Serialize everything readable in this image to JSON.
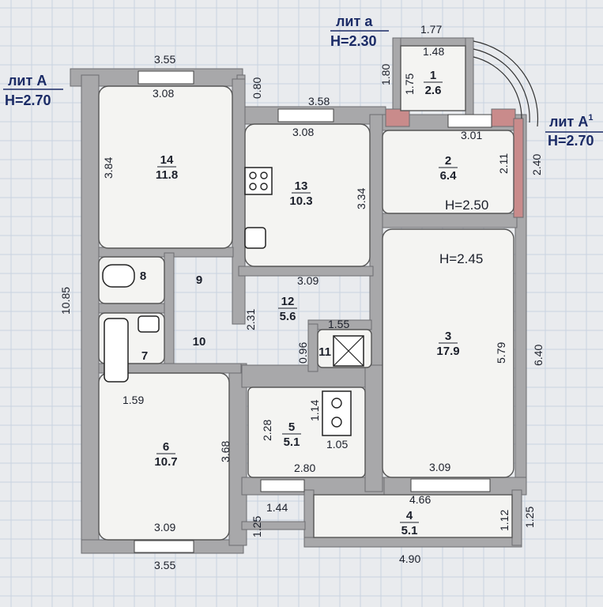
{
  "headers": {
    "lit_a_main": "лит А",
    "h_a_main": "Н=2.70",
    "lit_a_small": "лит а",
    "h_a_small": "Н=2.30",
    "lit_a1": "лит А",
    "lit_a1_sup": "1",
    "h_a1": "Н=2.70"
  },
  "room_heights": {
    "room2": "Н=2.50",
    "room3": "Н=2.45"
  },
  "rooms": [
    {
      "number": "1",
      "area": "2.6"
    },
    {
      "number": "2",
      "area": "6.4"
    },
    {
      "number": "3",
      "area": "17.9"
    },
    {
      "number": "4",
      "area": "5.1"
    },
    {
      "number": "5",
      "area": "5.1"
    },
    {
      "number": "6",
      "area": "10.7"
    },
    {
      "number": "7"
    },
    {
      "number": "8"
    },
    {
      "number": "9"
    },
    {
      "number": "10"
    },
    {
      "number": "11"
    },
    {
      "number": "12",
      "area": "5.6"
    },
    {
      "number": "13",
      "area": "10.3"
    },
    {
      "number": "14",
      "area": "11.8"
    }
  ],
  "dimensions": {
    "top_left_outer": "3.55",
    "top_left_inner": "3.08",
    "wall_080": "0.80",
    "top_mid_outer": "3.58",
    "top_mid_inner": "3.08",
    "balcony_outer": "1.77",
    "balcony_inner": "1.48",
    "balcony_side_outer": "1.80",
    "balcony_side_inner": "1.75",
    "room2_width": "3.01",
    "room2_height": "2.11",
    "right_240": "2.40",
    "room14_height": "3.84",
    "room13_side": "3.34",
    "total_height": "10.85",
    "corridor_width": "3.09",
    "hall_2_31": "2.31",
    "room11_width": "1.55",
    "room11_height": "0.96",
    "room3_height": "5.79",
    "right_total": "6.40",
    "room7_width": "1.59",
    "room5_top": "1.14",
    "room5_left": "2.28",
    "room5_stove": "1.05",
    "room6_side": "3.68",
    "room5_width": "2.80",
    "room3_width": "3.09",
    "balcony4_466": "4.66",
    "stair_144": "1.44",
    "stair_125": "1.25",
    "room4_112": "1.12",
    "room4_125": "1.25",
    "room6_width": "3.09",
    "bottom_left": "3.55",
    "bottom_right": "4.90"
  }
}
